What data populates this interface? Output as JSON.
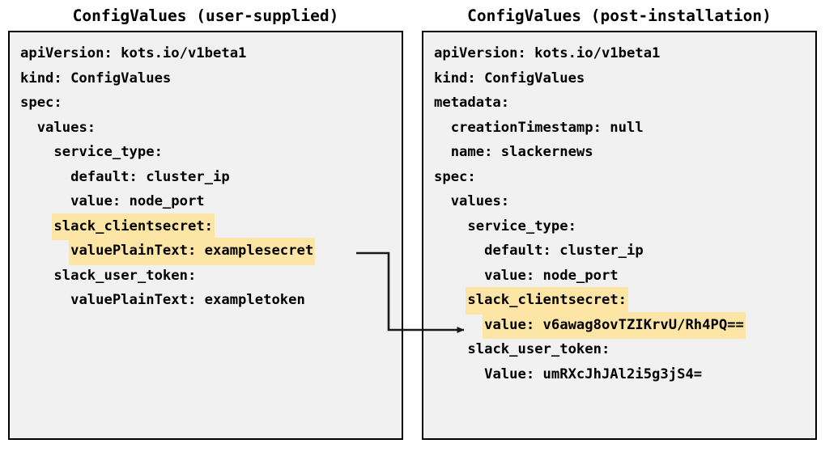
{
  "diagram": {
    "title_left": "ConfigValues (user-supplied)",
    "title_right": "ConfigValues (post-installation)",
    "highlight_color": "#fde5a6",
    "panel_fill": "#f1f1f1",
    "panel_border_color": "#000000",
    "connector_color": "#1a1a1a",
    "connector_label": ""
  },
  "left_panel": {
    "name": "ConfigValues (user-supplied)",
    "lines": [
      {
        "text": "apiVersion: kots.io/v1beta1",
        "highlight": false
      },
      {
        "text": "kind: ConfigValues",
        "highlight": false
      },
      {
        "text": "spec:",
        "highlight": false
      },
      {
        "text": "  values:",
        "highlight": false
      },
      {
        "text": "    service_type:",
        "highlight": false
      },
      {
        "text": "      default: cluster_ip",
        "highlight": false
      },
      {
        "text": "      value: node_port",
        "highlight": false
      },
      {
        "text": "    slack_clientsecret:",
        "highlight": true
      },
      {
        "text": "      valuePlainText: examplesecret",
        "highlight": true
      },
      {
        "text": "    slack_user_token:",
        "highlight": false
      },
      {
        "text": "      valuePlainText: exampletoken",
        "highlight": false
      }
    ]
  },
  "right_panel": {
    "name": "ConfigValues (post-installation)",
    "lines": [
      {
        "text": "apiVersion: kots.io/v1beta1",
        "highlight": false
      },
      {
        "text": "kind: ConfigValues",
        "highlight": false
      },
      {
        "text": "metadata:",
        "highlight": false
      },
      {
        "text": "  creationTimestamp: null",
        "highlight": false
      },
      {
        "text": "  name: slackernews",
        "highlight": false
      },
      {
        "text": "spec:",
        "highlight": false
      },
      {
        "text": "  values:",
        "highlight": false
      },
      {
        "text": "    service_type:",
        "highlight": false
      },
      {
        "text": "      default: cluster_ip",
        "highlight": false
      },
      {
        "text": "      value: node_port",
        "highlight": false
      },
      {
        "text": "    slack_clientsecret:",
        "highlight": true
      },
      {
        "text": "      value: v6awag8ovTZIKrvU/Rh4PQ==",
        "highlight": true
      },
      {
        "text": "    slack_user_token:",
        "highlight": false
      },
      {
        "text": "      Value: umRXcJhJAl2i5g3jS4=",
        "highlight": false
      }
    ]
  }
}
